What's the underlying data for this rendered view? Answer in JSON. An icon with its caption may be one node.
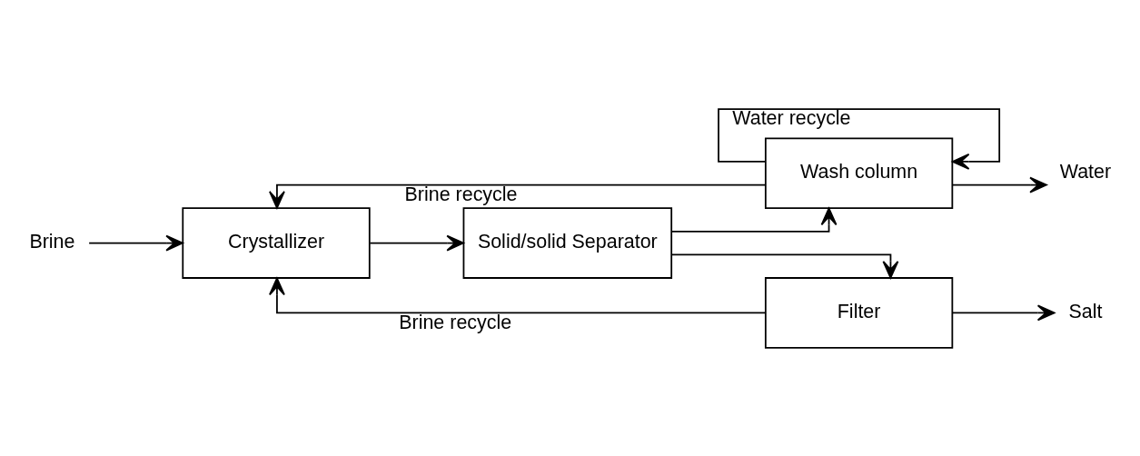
{
  "diagram": {
    "nodes": [
      {
        "text": [
          "Brine"
        ]
      },
      {
        "text": [
          "Crystallizer"
        ]
      },
      {
        "text": [
          "Solid/solid Separator"
        ]
      },
      {
        "text": [
          "Wash column"
        ]
      },
      {
        "text": [
          "Filter"
        ]
      },
      {
        "text": [
          "Water"
        ]
      },
      {
        "text": [
          "Salt"
        ]
      }
    ],
    "edges": [
      {
        "from": 0,
        "to": 1,
        "arrow": "to"
      },
      {
        "from": 1,
        "to": 2,
        "arrow": "to"
      },
      {
        "from": 2,
        "to": 3,
        "arrow": "to"
      },
      {
        "from": 2,
        "to": 4,
        "arrow": "to"
      },
      {
        "from": 3,
        "to": 1,
        "arrow": "to",
        "label": "Brine recycle"
      },
      {
        "from": 4,
        "to": 1,
        "arrow": "to",
        "label": "Brine recycle"
      },
      {
        "from": 3,
        "to": 5,
        "arrow": "to"
      },
      {
        "from": 3,
        "to": 3,
        "arrow": "to",
        "label": "Water recycle"
      },
      {
        "from": 4,
        "to": 6,
        "arrow": "to"
      }
    ]
  }
}
